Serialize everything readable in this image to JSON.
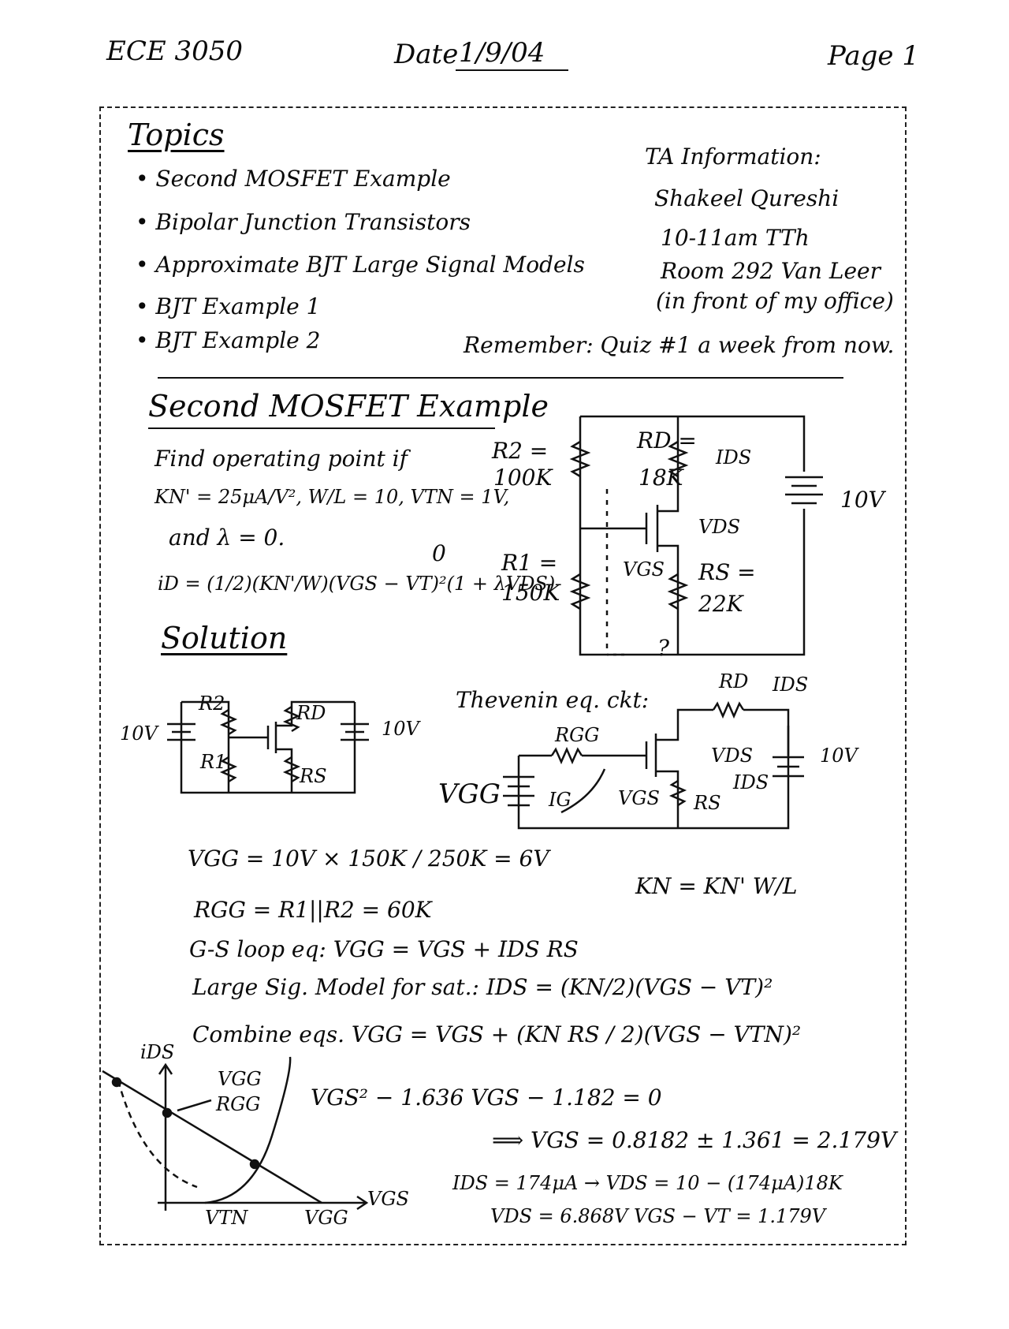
{
  "header": {
    "course": "ECE 3050",
    "date_label": "Date",
    "date_value": "1/9/04",
    "page": "Page 1"
  },
  "topics": {
    "heading": "Topics",
    "items": [
      "Second MOSFET Example",
      "Bipolar Junction Transistors",
      "Approximate BJT Large Signal Models",
      "BJT Example 1",
      "BJT Example 2"
    ]
  },
  "ta_info": {
    "heading": "TA Information:",
    "name": "Shakeel Qureshi",
    "hours": "10-11am TTh",
    "room": "Room 292 Van Leer",
    "note": "(in front of my office)"
  },
  "reminder": "Remember: Quiz #1 a week from now.",
  "section": {
    "title": "Second MOSFET Example",
    "problem_lines": [
      "Find operating point if",
      "KN' = 25μA/V², W/L = 10, VTN = 1V,",
      "and λ = 0.",
      "iD = (1/2)(KN'/W)(VGS − VT)²(1 + λVDS)"
    ],
    "lambda_zero_mark": "0",
    "solution_label": "Solution"
  },
  "circuit1": {
    "r2": "R2 =",
    "r2_val": "100K",
    "r1": "R1 =",
    "r1_val": "150K",
    "rd": "RD =",
    "rd_val": "18K",
    "rs": "RS =",
    "rs_val": "22K",
    "ids": "IDS",
    "vds": "VDS",
    "vgs": "VGS",
    "vsrc": "10V",
    "question": "?"
  },
  "circuit2": {
    "v_left": "10V",
    "v_right": "10V",
    "r2": "R2",
    "r1": "R1",
    "rd": "RD",
    "rs": "RS"
  },
  "thevenin": {
    "title": "Thevenin eq. ckt:",
    "rgg": "RGG",
    "vgg": "VGG",
    "ig": "IG",
    "vgs": "VGS",
    "rs": "RS",
    "rd": "RD",
    "ids_top": "IDS",
    "vds": "VDS",
    "ids": "IDS",
    "vsrc": "10V"
  },
  "equations": [
    "VGG = 10V × 150K / 250K = 6V",
    "RGG = R1||R2 = 60K",
    "G-S loop eq:   VGG = VGS + IDS RS",
    "Large Sig. Model for sat.:  IDS = (KN/2)(VGS − VT)²",
    "Combine eqs.   VGG = VGS + (KN RS / 2)(VGS − VTN)²",
    "VGS² − 1.636 VGS − 1.182 = 0",
    "⟹  VGS = 0.8182 ± 1.361 = 2.179V",
    "IDS = 174μA  →  VDS = 10 − (174μA)18K",
    "VDS = 6.868V    VGS − VT = 1.179V"
  ],
  "kn_eq": "KN = KN' W/L",
  "graph": {
    "y_label": "iDS",
    "x_label": "VGS",
    "intercept_label_top": "VGG",
    "intercept_label_bottom": "RGG",
    "vtn_tick": "VTN",
    "vgg_tick": "VGG"
  }
}
